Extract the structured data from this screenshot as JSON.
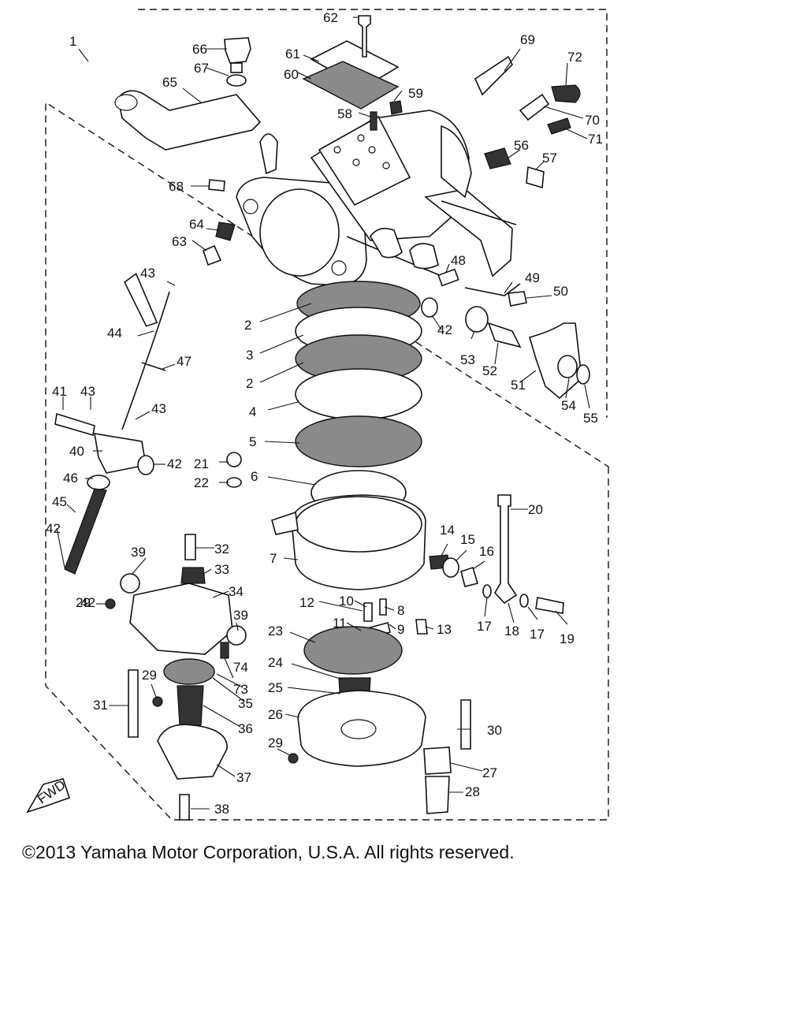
{
  "diagram": {
    "callouts": [
      "1",
      "2",
      "2",
      "3",
      "4",
      "5",
      "6",
      "7",
      "8",
      "9",
      "10",
      "11",
      "12",
      "13",
      "14",
      "15",
      "16",
      "17",
      "17",
      "18",
      "19",
      "20",
      "21",
      "22",
      "23",
      "24",
      "25",
      "26",
      "27",
      "28",
      "29",
      "29",
      "29",
      "30",
      "31",
      "32",
      "33",
      "34",
      "35",
      "36",
      "37",
      "38",
      "39",
      "39",
      "40",
      "41",
      "42",
      "42",
      "42",
      "42",
      "43",
      "43",
      "43",
      "44",
      "45",
      "46",
      "47",
      "48",
      "49",
      "50",
      "51",
      "52",
      "53",
      "54",
      "55",
      "56",
      "57",
      "58",
      "59",
      "60",
      "61",
      "62",
      "63",
      "64",
      "65",
      "66",
      "67",
      "68",
      "69",
      "70",
      "71",
      "72",
      "73",
      "74"
    ],
    "fwd_label": "FWD"
  },
  "copyright": "©2013 Yamaha Motor Corporation, U.S.A. All rights reserved."
}
